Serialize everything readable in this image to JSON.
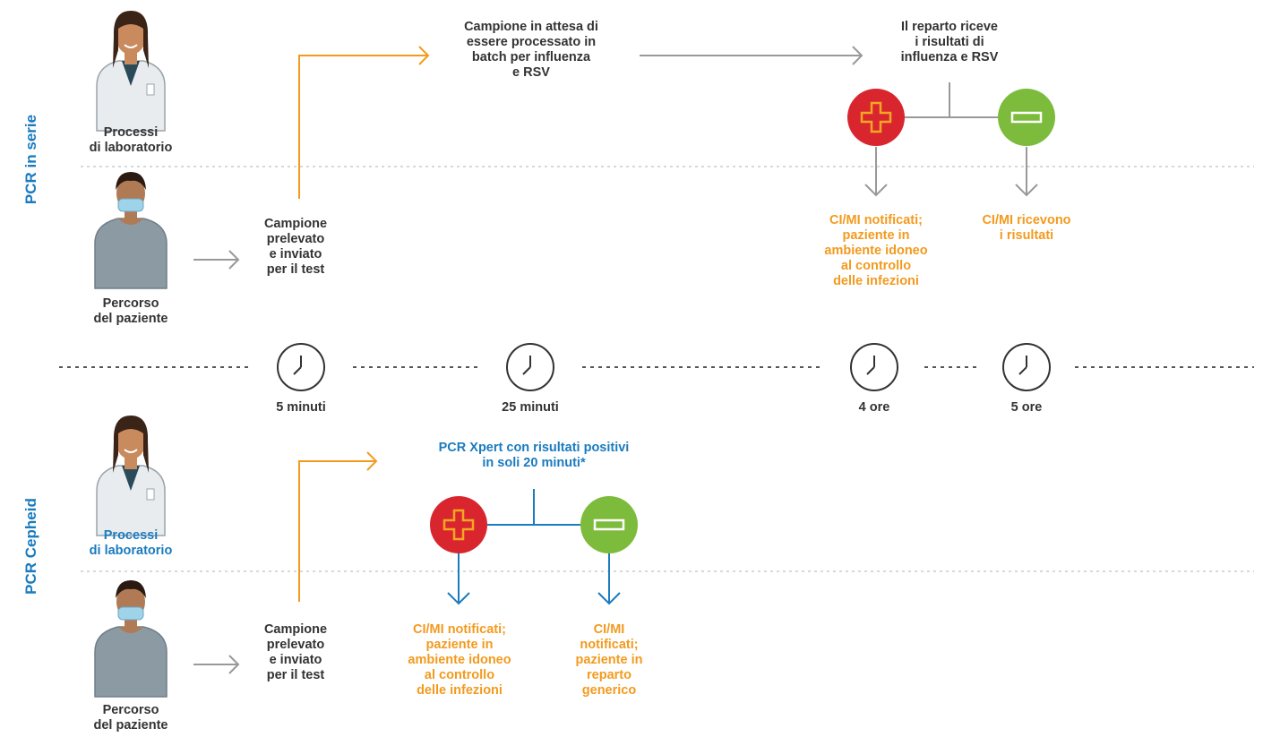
{
  "top_section": {
    "label": "PCR in serie",
    "lab_label": "Processi\ndi laboratorio",
    "patient_label": "Percorso\ndel paziente",
    "sample_text": "Campione\nprelevato\ne inviato\nper il test",
    "batch_text": "Campione in attesa di\nessere processato in\nbatch per influenza\ne RSV",
    "results_text": "Il reparto riceve\ni risultati di\ninfluenza e RSV",
    "positive_outcome": "CI/MI notificati;\npaziente in\nambiente idoneo\nal controllo\ndelle infezioni",
    "negative_outcome": "CI/MI ricevono\ni risultati"
  },
  "timeline": [
    {
      "label": "5 minuti"
    },
    {
      "label": "25 minuti"
    },
    {
      "label": "4 ore"
    },
    {
      "label": "5 ore"
    }
  ],
  "bottom_section": {
    "label": "PCR Cepheid",
    "lab_label": "Processi\ndi laboratorio",
    "patient_label": "Percorso\ndel paziente",
    "sample_text": "Campione\nprelevato\ne inviato\nper il test",
    "xpert_text": "PCR Xpert con risultati positivi\nin soli 20 minuti*",
    "positive_outcome": "CI/MI notificati;\npaziente in\nambiente idoneo\nal controllo\ndelle infezioni",
    "negative_outcome": "CI/MI\nnotificati;\npaziente in\nreparto\ngenerico"
  },
  "colors": {
    "orange": "#f39a1e",
    "blue": "#1a7bbf",
    "gray": "#999999",
    "positive": "#d9262e",
    "negative": "#7dbb3c",
    "dotted": "#cccccc"
  }
}
